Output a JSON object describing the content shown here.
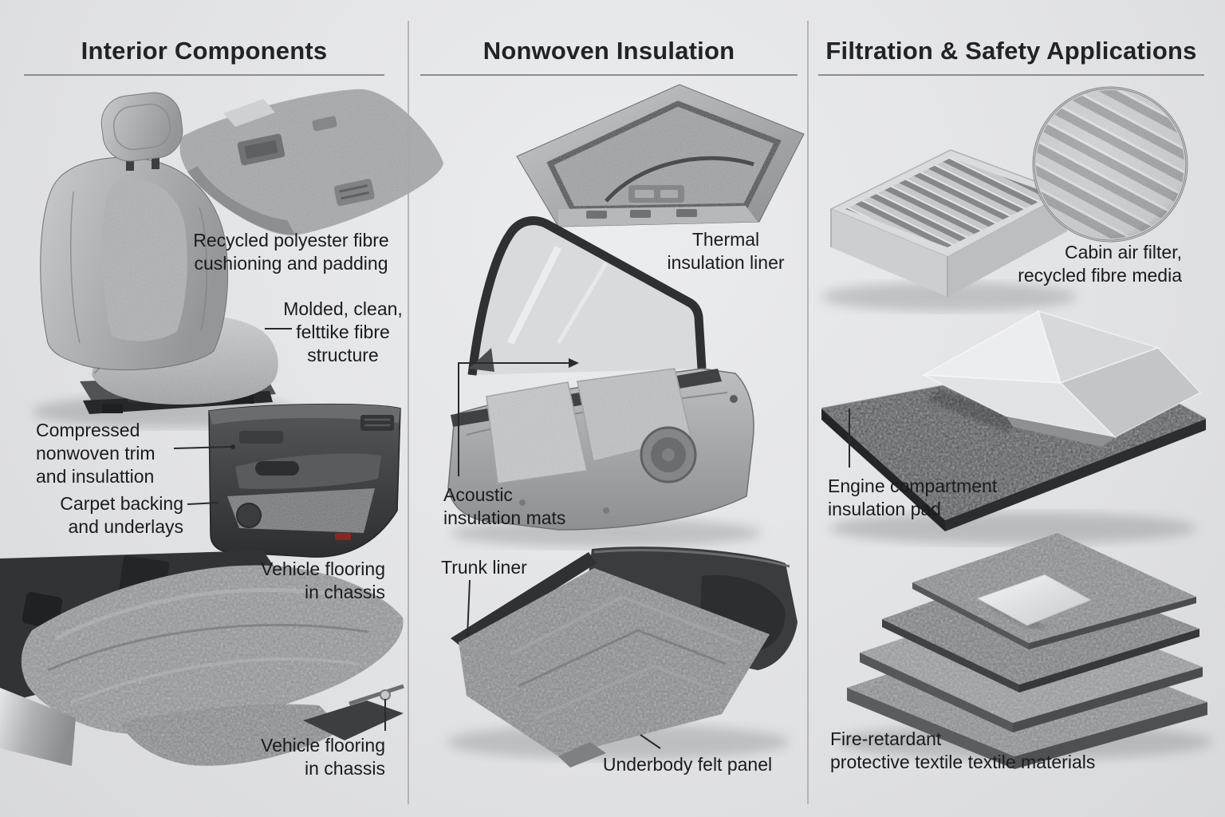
{
  "colors": {
    "background": "#e2e3e6",
    "text": "#1b1b1d",
    "divider": "#a7a8ad",
    "underline": "#6f7076",
    "accent_red": "#8e2420",
    "felt_gray": "#95979a",
    "dark_trim": "#35373a",
    "foil_silver": "#d8d9db"
  },
  "columns": [
    {
      "title": "Interior Components",
      "labels": [
        {
          "text": "Recycled polyester fibre\ncushioning and padding"
        },
        {
          "text": "Molded, clean,\nfelttike fibre\nstructure"
        },
        {
          "text": "Compressed\nnonwoven trim\nand insulattion"
        },
        {
          "text": "Carpet backing\nand underlays"
        },
        {
          "text": "Vehicle flooring\nin chassis"
        },
        {
          "text": "Vehicle flooring\nin chassis"
        }
      ],
      "illustrations": [
        "car-seat",
        "roof-headliner-panel",
        "door-trim-panel",
        "floor-carpet-in-chassis"
      ]
    },
    {
      "title": "Nonwoven Insulation",
      "labels": [
        {
          "text": "Thermal\ninsulation liner"
        },
        {
          "text": "Acoustic\ninsulation mats"
        },
        {
          "text": "Trunk liner"
        },
        {
          "text": "Underbody felt panel"
        }
      ],
      "illustrations": [
        "roof-thermal-liner",
        "front-door-acoustic-mats",
        "trunk-liner-panel"
      ]
    },
    {
      "title": "Filtration & Safety Applications",
      "labels": [
        {
          "text": "Cabin air filter,\nrecycled fibre media"
        },
        {
          "text": "Engine compartment\ninsulation pad"
        },
        {
          "text": "Fire-retardant\nprotective textile textile materials"
        }
      ],
      "illustrations": [
        "cabin-air-filter",
        "filter-media-magnifier",
        "engine-insulation-pad",
        "felt-sheet-stack"
      ]
    }
  ]
}
